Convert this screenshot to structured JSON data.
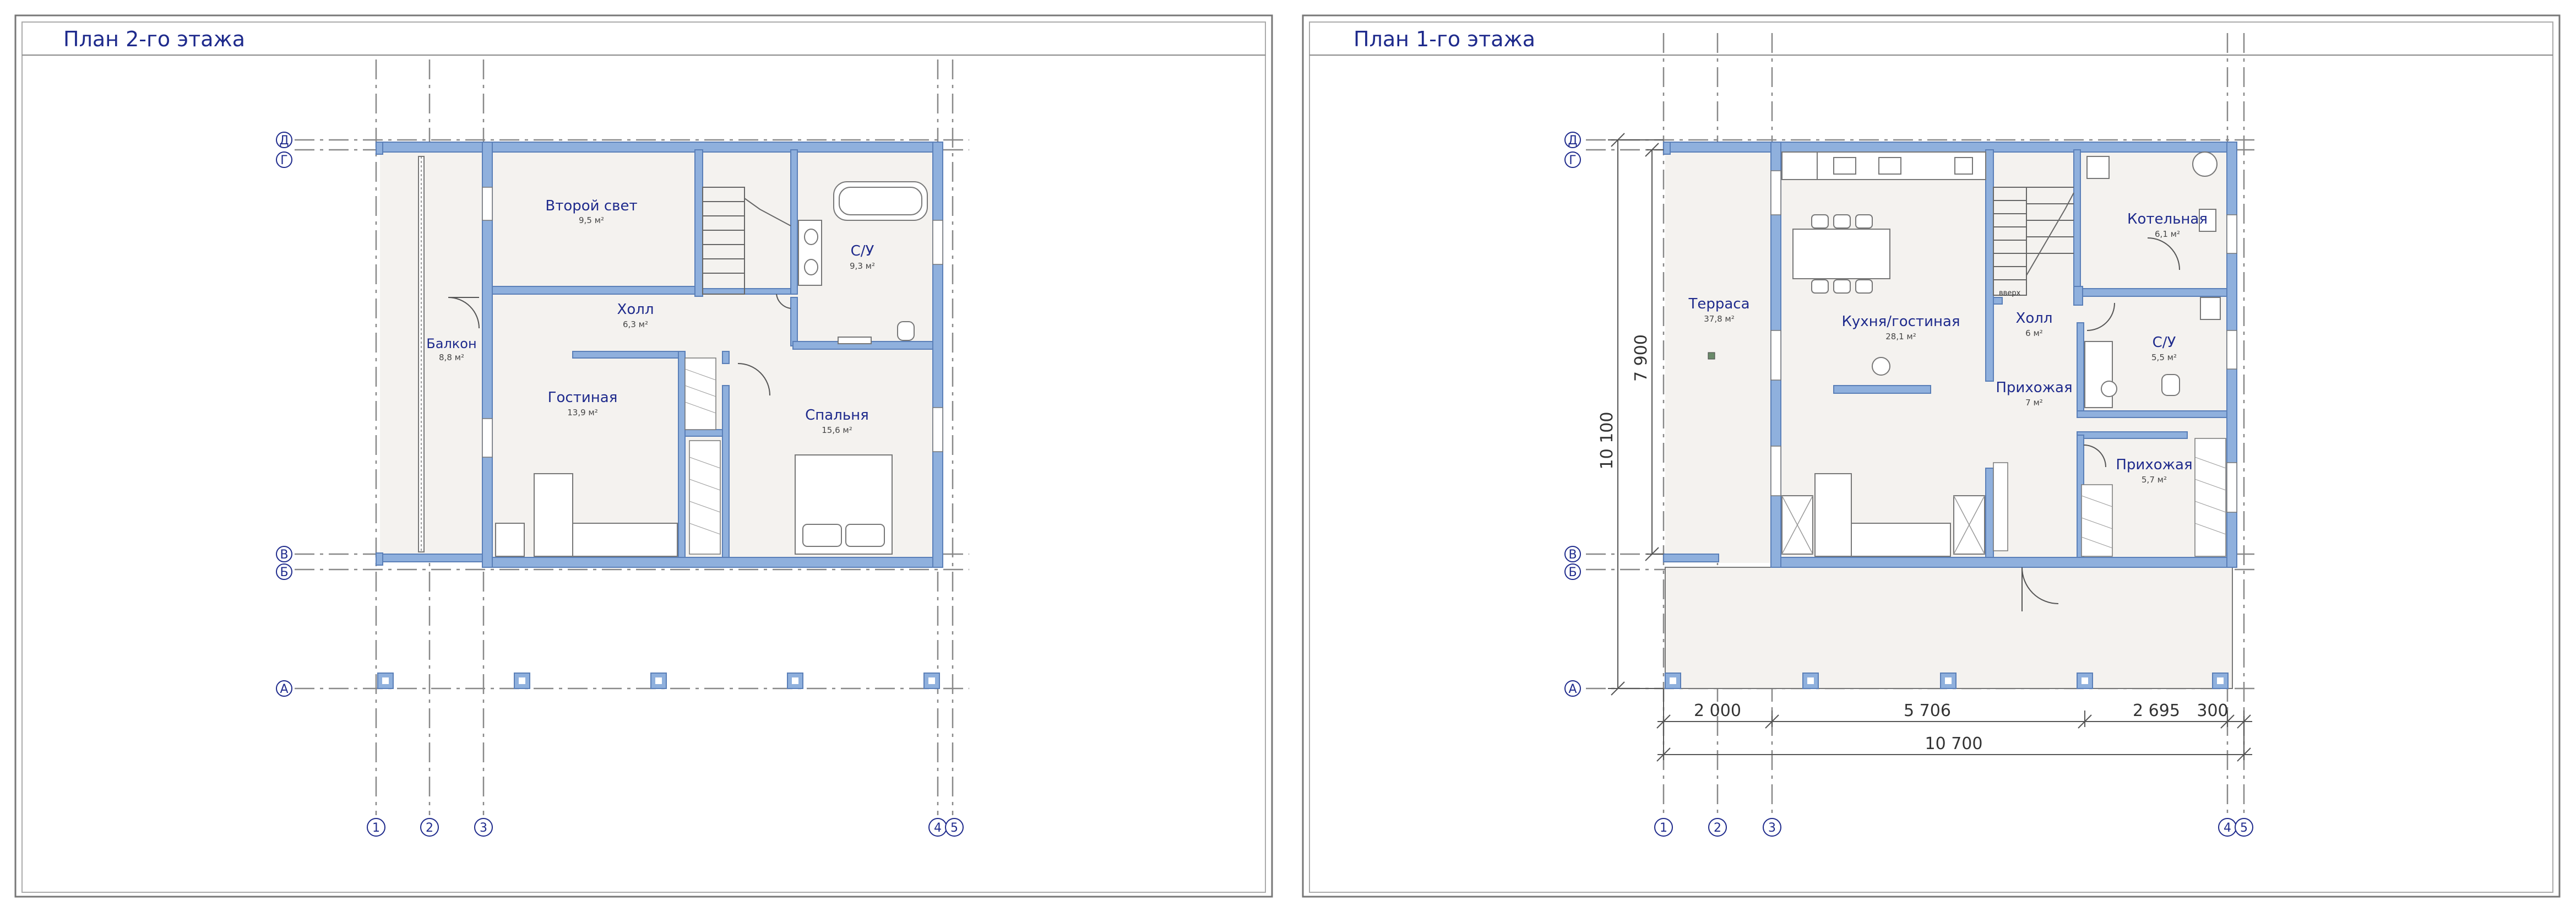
{
  "panels": {
    "floor2": {
      "title": "План 2-го этажа",
      "rooms": [
        {
          "name": "Второй свет",
          "area": "9,5 м²"
        },
        {
          "name": "С/У",
          "area": "9,3 м²"
        },
        {
          "name": "Холл",
          "area": "6,3 м²"
        },
        {
          "name": "Балкон",
          "area": "8,8 м²"
        },
        {
          "name": "Гостиная",
          "area": "13,9 м²"
        },
        {
          "name": "Спальня",
          "area": "15,6 м²"
        }
      ],
      "axes_x": [
        "1",
        "2",
        "3",
        "4",
        "5"
      ],
      "axes_y": [
        "Д",
        "Г",
        "В",
        "Б",
        "А"
      ]
    },
    "floor1": {
      "title": "План 1-го этажа",
      "rooms": [
        {
          "name": "Котельная",
          "area": "6,1 м²"
        },
        {
          "name": "Терраса",
          "area": "37,8 м²"
        },
        {
          "name": "Кухня/гостиная",
          "area": "28,1 м²"
        },
        {
          "name": "Холл",
          "area": "6 м²"
        },
        {
          "name": "С/У",
          "area": "5,5 м²"
        },
        {
          "name": "Прихожая",
          "area": "7 м²"
        },
        {
          "name": "Прихожая",
          "area": "5,7 м²"
        }
      ],
      "stair_label": "вверх",
      "axes_x": [
        "1",
        "2",
        "3",
        "4",
        "5"
      ],
      "axes_y": [
        "Д",
        "Г",
        "В",
        "Б",
        "А"
      ],
      "dimensions": {
        "vertical_total": "10 100",
        "vertical_inner": "7 900",
        "segment_1": "2 000",
        "segment_2": "5 706",
        "segment_3": "2 695",
        "segment_4": "300",
        "total": "10 700"
      }
    }
  },
  "colors": {
    "wall": "#8fb0dd",
    "wall_stroke": "#5a7fb8",
    "floor": "#f4f2ef",
    "label": "#1e2a8c",
    "line": "#555555"
  }
}
